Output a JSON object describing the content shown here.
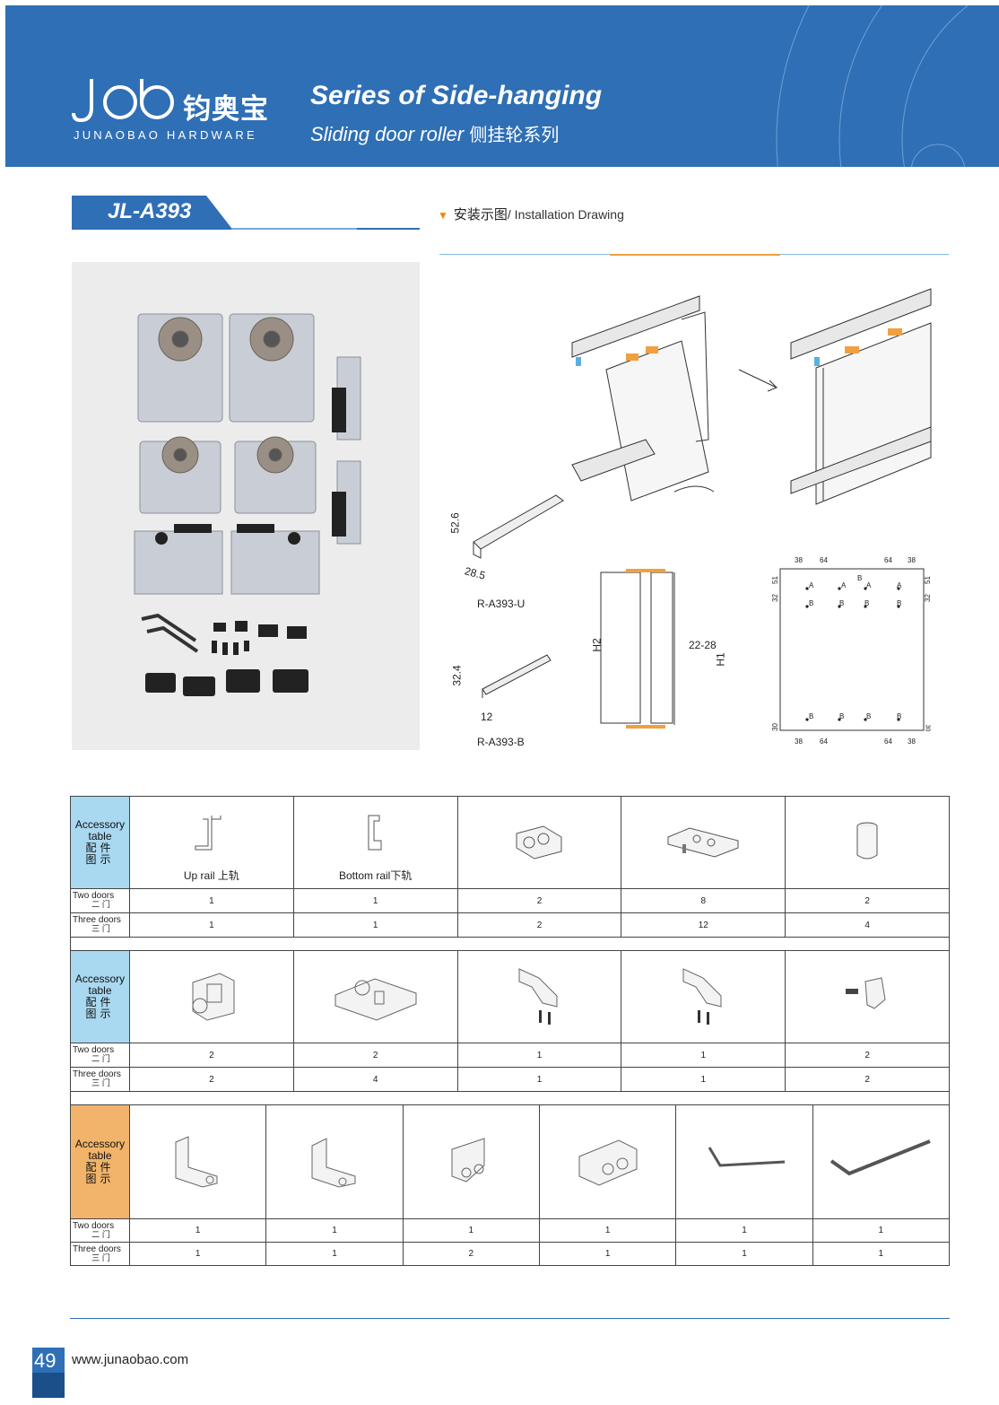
{
  "brand": {
    "logo_cn": "钧奥宝",
    "logo_en": "JUNAOBAO HARDWARE",
    "series_title": "Series of Side-hanging",
    "series_subtitle_en": "Sliding door roller",
    "series_subtitle_cn": "侧挂轮系列"
  },
  "model": "JL-A393",
  "installation": {
    "heading_cn": "安装示图",
    "heading_en": "/ Installation Drawing"
  },
  "drawing_labels": {
    "up_rail_code": "R-A393-U",
    "bottom_rail_code": "R-A393-B",
    "up_height": "52.6",
    "up_width": "28.5",
    "bottom_height": "32.4",
    "bottom_width": "12",
    "gap": "22-28",
    "h1": "H1",
    "h2": "H2",
    "dims_top": [
      "38",
      "64",
      "64",
      "38"
    ],
    "dims_bottom": [
      "38",
      "64",
      "64",
      "38"
    ],
    "side_top": [
      "51",
      "32",
      "51",
      "32"
    ],
    "side_bottom": [
      "30",
      "30"
    ],
    "point_a": "A",
    "point_b": "B"
  },
  "table_header": {
    "en": "Accessory table",
    "cn1": "配件",
    "cn2": "图示"
  },
  "row_labels": {
    "two_en": "Two doors",
    "two_cn": "二 门",
    "three_en": "Three doors",
    "three_cn": "三 门"
  },
  "table1": {
    "captions": [
      {
        "en": "Up rail ",
        "cn": "上轨"
      },
      {
        "en": "Bottom rail",
        "cn": "下轨"
      },
      {
        "en": "",
        "cn": ""
      },
      {
        "en": "",
        "cn": ""
      },
      {
        "en": "",
        "cn": ""
      }
    ],
    "two_doors": [
      "1",
      "1",
      "2",
      "8",
      "2"
    ],
    "three_doors": [
      "1",
      "1",
      "2",
      "12",
      "4"
    ]
  },
  "table2": {
    "two_doors": [
      "2",
      "2",
      "1",
      "1",
      "2"
    ],
    "three_doors": [
      "2",
      "4",
      "1",
      "1",
      "2"
    ]
  },
  "table3": {
    "two_doors": [
      "1",
      "1",
      "1",
      "1",
      "1",
      "1"
    ],
    "three_doors": [
      "1",
      "1",
      "2",
      "1",
      "1",
      "1"
    ]
  },
  "footer": {
    "page": "49",
    "website": "www.junaobao.com"
  },
  "colors": {
    "brand_blue": "#2f6fb5",
    "header_cell_blue": "#a9d8f1",
    "header_cell_orange": "#f2b46a",
    "accent_orange": "#f08a00"
  }
}
